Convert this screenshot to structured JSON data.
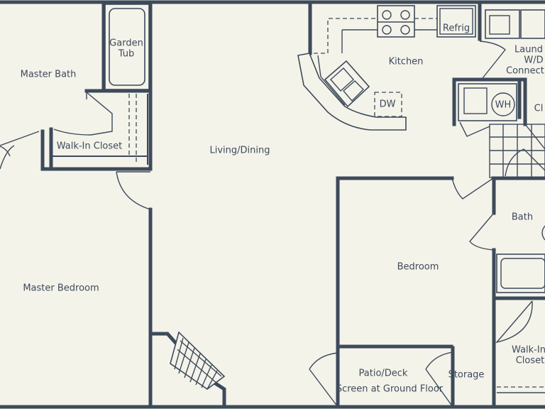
{
  "rooms": {
    "master_bath": "Master Bath",
    "garden_tub_line1": "Garden",
    "garden_tub_line2": "Tub",
    "walk_in_closet_master": "Walk-In Closet",
    "master_bedroom": "Master Bedroom",
    "living_dining": "Living/Dining",
    "kitchen": "Kitchen",
    "refrig": "Refrig",
    "dw": "DW",
    "laundry_line1": "Laund",
    "laundry_line2": "W/D",
    "laundry_line3": "Connect",
    "wh": "WH",
    "closet_small": "Cl",
    "bath": "Bath",
    "bedroom": "Bedroom",
    "walk_in_closet_line1": "Walk-In",
    "walk_in_closet_line2": "Closet",
    "patio_deck": "Patio/Deck",
    "screen_note": "Screen at Ground Floor",
    "storage": "Storage"
  },
  "colors": {
    "wall": "#3d4a5a",
    "background": "#f4f3ea"
  }
}
